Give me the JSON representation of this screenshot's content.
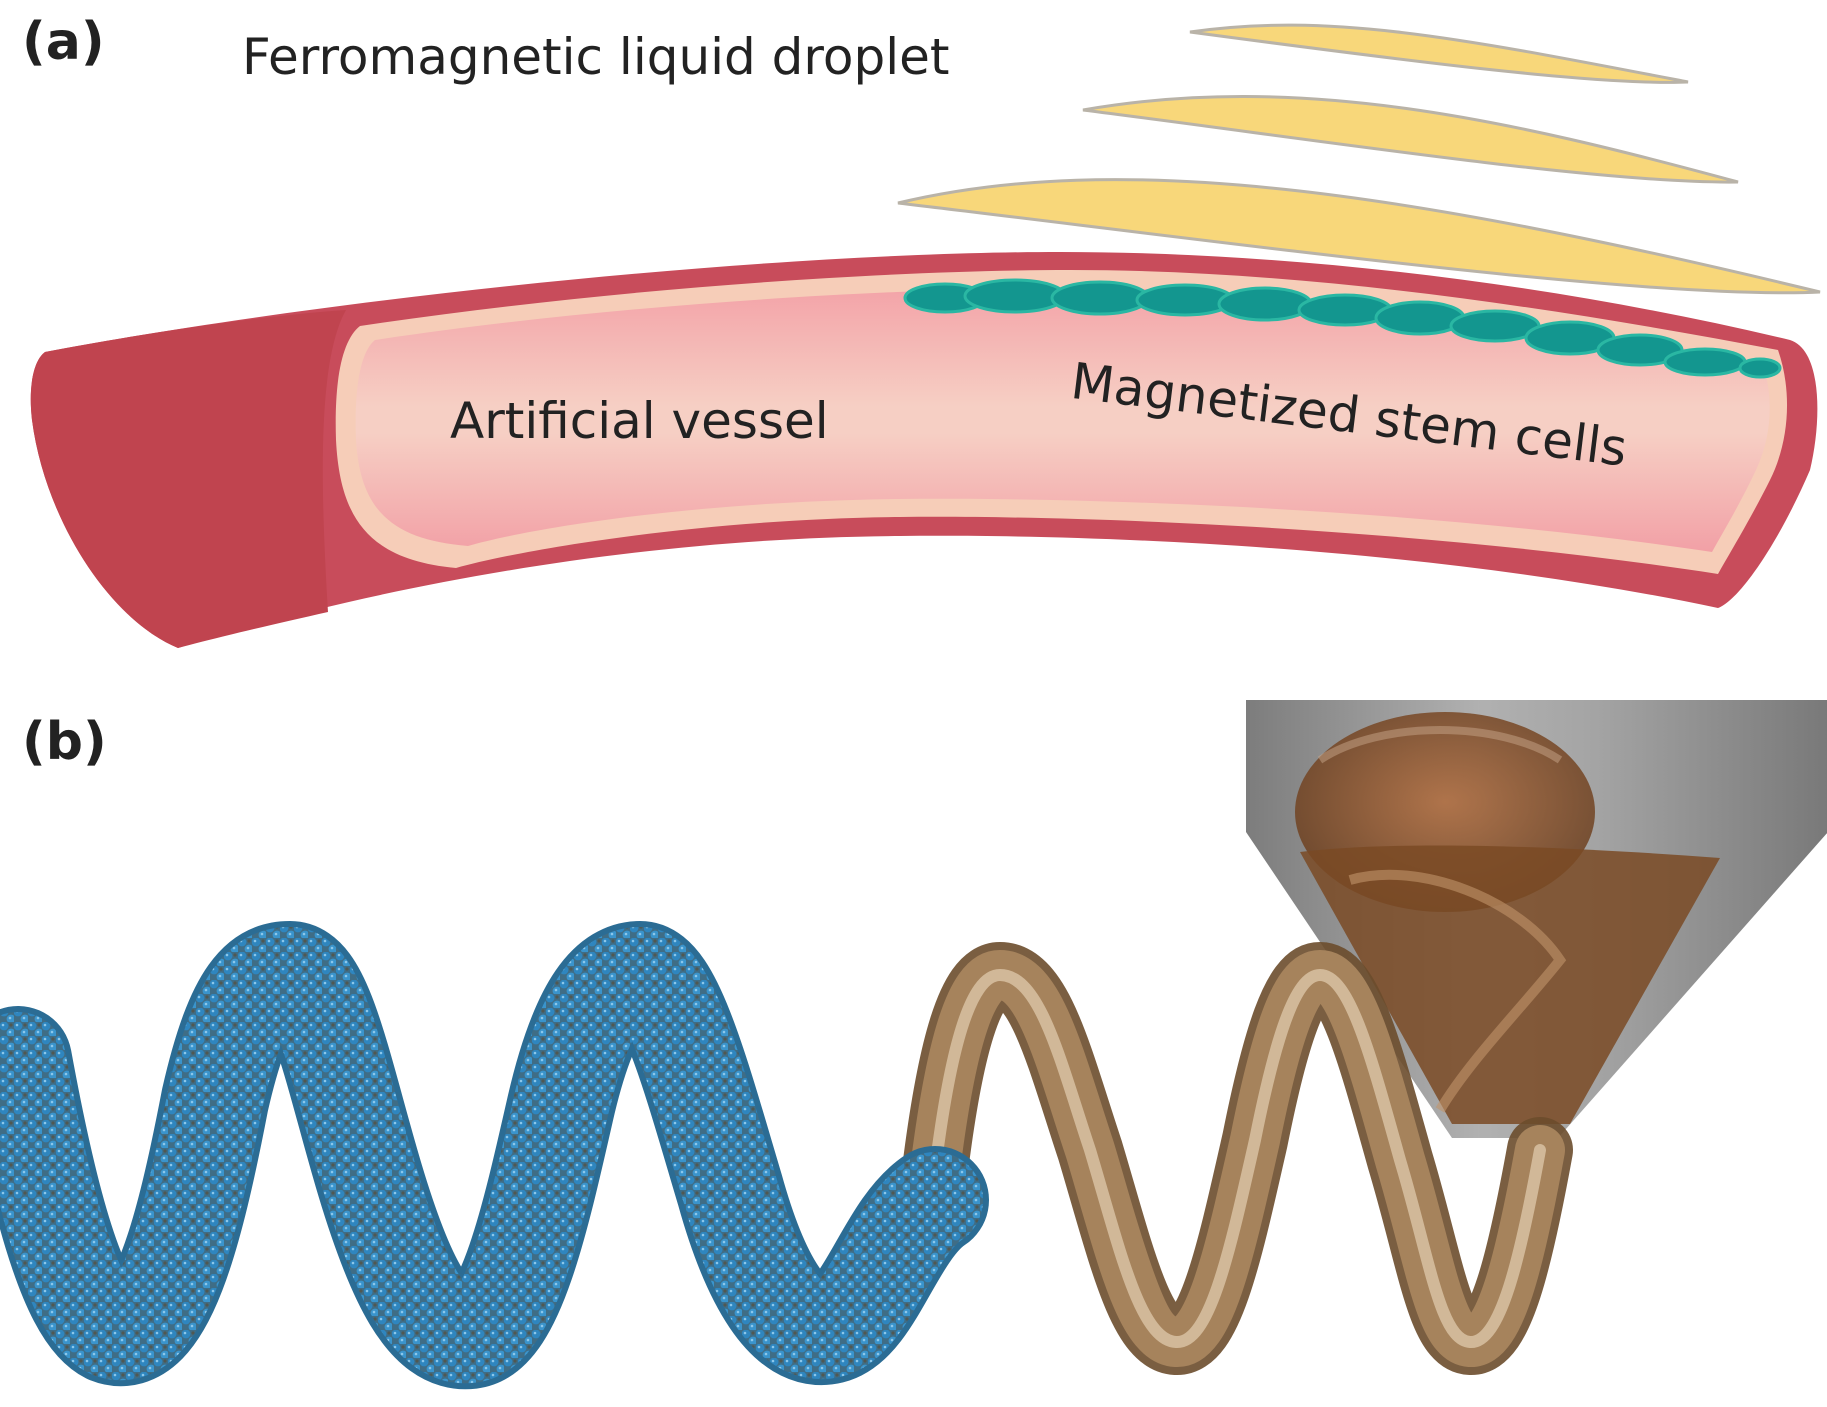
{
  "panel_a": {
    "label": "(a)",
    "droplet_label": "Ferromagnetic liquid droplet",
    "vessel_label": "Artificial vessel",
    "cells_label": "Magnetized stem cells"
  },
  "panel_b": {
    "label": "(b)"
  },
  "colors": {
    "droplet_fill": "#f8d77a",
    "droplet_stroke": "#b9b3a8",
    "vessel_outer": "#c84c5b",
    "vessel_rim": "#f6cdb8",
    "vessel_lumen": "#f2a2a7",
    "cells": "#13968f",
    "coil_coated": "#2f7fb6",
    "coil_uncoated": "#9a7346",
    "nozzle_shell": "#8b8b8b"
  }
}
